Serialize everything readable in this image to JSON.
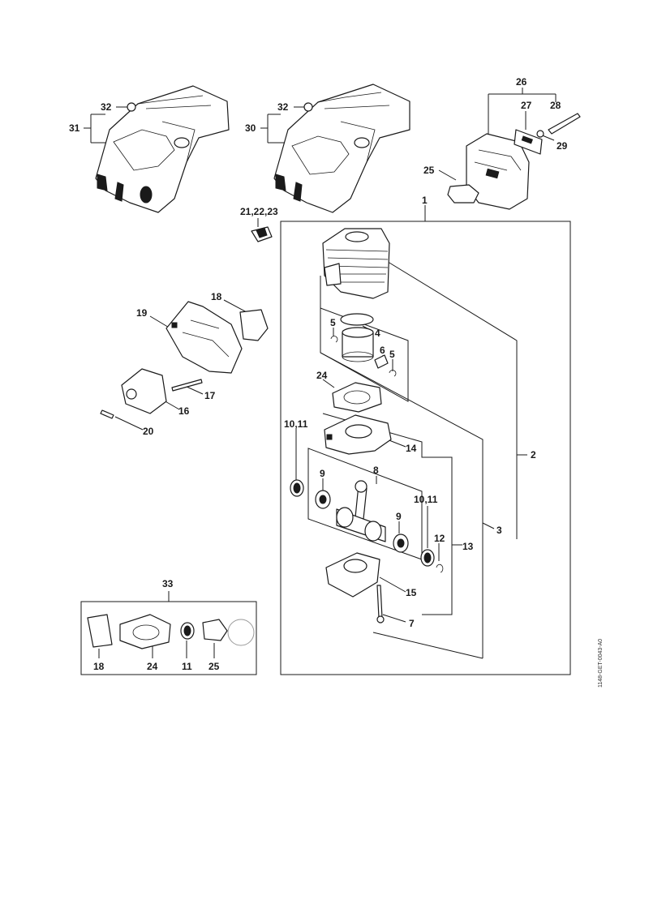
{
  "labels": {
    "l31": "31",
    "l32a": "32",
    "l30": "30",
    "l32b": "32",
    "l26": "26",
    "l27": "27",
    "l28": "28",
    "l29": "29",
    "l25a": "25",
    "l1": "1",
    "l212223": "21,22,23",
    "l18a": "18",
    "l19": "19",
    "l17": "17",
    "l16": "16",
    "l20": "20",
    "l5a": "5",
    "l4": "4",
    "l6": "6",
    "l5b": "5",
    "l24a": "24",
    "l1011a": "10,11",
    "l14": "14",
    "l2": "2",
    "l9a": "9",
    "l8": "8",
    "l9b": "9",
    "l1011b": "10,11",
    "l12": "12",
    "l3": "3",
    "l13": "13",
    "l15": "15",
    "l7": "7",
    "l33": "33",
    "l18b": "18",
    "l24b": "24",
    "l11": "11",
    "l25b": "25"
  },
  "image_code": "1148-GET-0043-A0"
}
